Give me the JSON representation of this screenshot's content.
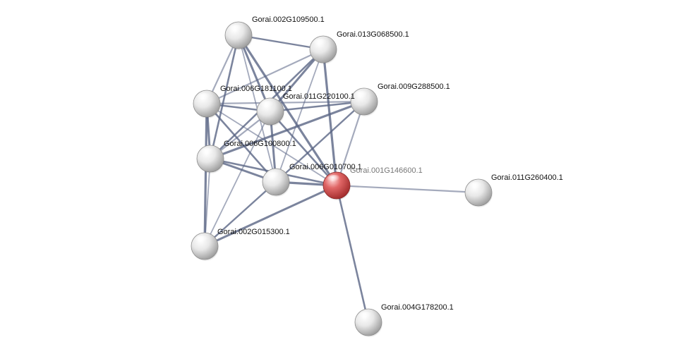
{
  "network": {
    "query_color": "#e06666",
    "node_color": "#d9d9d9",
    "edge_color": "#5a6585",
    "nodes": [
      {
        "id": "n1",
        "label": "Gorai.002G109500.1",
        "type": "default"
      },
      {
        "id": "n2",
        "label": "Gorai.013G068500.1",
        "type": "default"
      },
      {
        "id": "n3",
        "label": "Gorai.006G181100.1",
        "type": "default"
      },
      {
        "id": "n4",
        "label": "Gorai.011G220100.1",
        "type": "default"
      },
      {
        "id": "n5",
        "label": "Gorai.009G288500.1",
        "type": "default"
      },
      {
        "id": "n6",
        "label": "Gorai.006G100800.1",
        "type": "default"
      },
      {
        "id": "n7",
        "label": "Gorai.006G010700.1",
        "type": "default"
      },
      {
        "id": "n8",
        "label": "Gorai.001G146600.1",
        "type": "query"
      },
      {
        "id": "n9",
        "label": "Gorai.011G260400.1",
        "type": "default"
      },
      {
        "id": "n10",
        "label": "Gorai.002G015300.1",
        "type": "default"
      },
      {
        "id": "n11",
        "label": "Gorai.004G178200.1",
        "type": "default"
      }
    ],
    "edges": [
      [
        "n1",
        "n3"
      ],
      [
        "n1",
        "n4"
      ],
      [
        "n1",
        "n6"
      ],
      [
        "n1",
        "n7"
      ],
      [
        "n1",
        "n8"
      ],
      [
        "n1",
        "n2"
      ],
      [
        "n2",
        "n3"
      ],
      [
        "n2",
        "n4"
      ],
      [
        "n2",
        "n6"
      ],
      [
        "n2",
        "n7"
      ],
      [
        "n2",
        "n8"
      ],
      [
        "n3",
        "n4"
      ],
      [
        "n3",
        "n5"
      ],
      [
        "n3",
        "n6"
      ],
      [
        "n3",
        "n7"
      ],
      [
        "n3",
        "n8"
      ],
      [
        "n3",
        "n10"
      ],
      [
        "n4",
        "n5"
      ],
      [
        "n4",
        "n6"
      ],
      [
        "n4",
        "n7"
      ],
      [
        "n4",
        "n8"
      ],
      [
        "n4",
        "n10"
      ],
      [
        "n5",
        "n6"
      ],
      [
        "n5",
        "n7"
      ],
      [
        "n5",
        "n8"
      ],
      [
        "n6",
        "n7"
      ],
      [
        "n6",
        "n8"
      ],
      [
        "n6",
        "n10"
      ],
      [
        "n7",
        "n8"
      ],
      [
        "n7",
        "n10"
      ],
      [
        "n8",
        "n9"
      ],
      [
        "n8",
        "n10"
      ],
      [
        "n8",
        "n11"
      ]
    ]
  }
}
